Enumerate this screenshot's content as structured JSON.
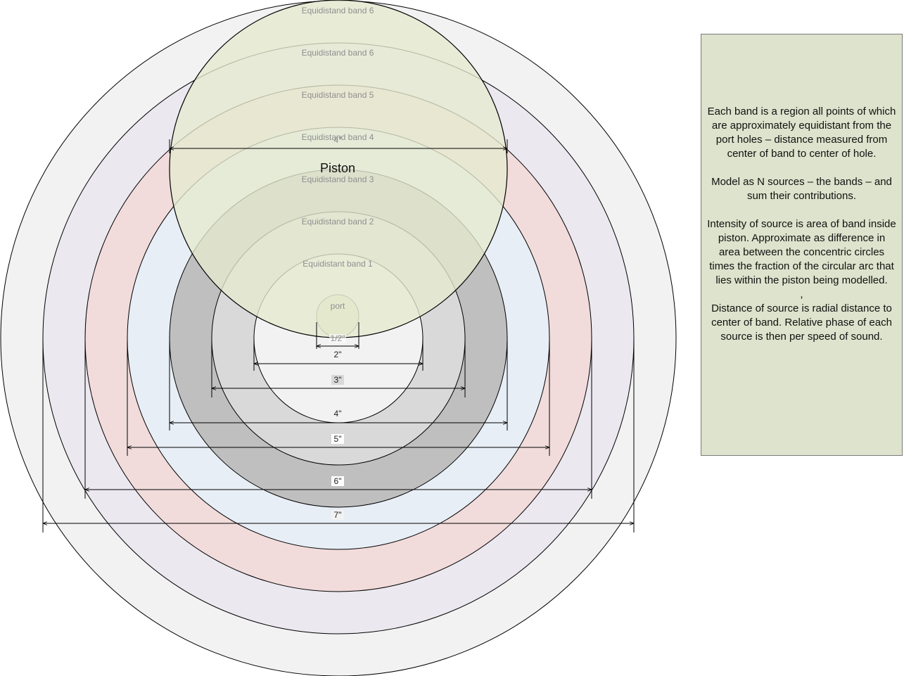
{
  "diagram": {
    "piston_label": "Piston",
    "port_label": "port",
    "bands": [
      {
        "name": "band-7",
        "label": "Equidistand band 6",
        "fill": "#f2f2f2"
      },
      {
        "name": "band-6",
        "label": "Equidistand band 6",
        "fill": "#ebe8f0"
      },
      {
        "name": "band-5",
        "label": "Equidistand band 5",
        "fill": "#f1dcdb"
      },
      {
        "name": "band-4",
        "label": "Equidistand band 4",
        "fill": "#e8eef6"
      },
      {
        "name": "band-3",
        "label": "Equidistand band 3",
        "fill": "#bfbfbf"
      },
      {
        "name": "band-2",
        "label": "Equidistand band 2",
        "fill": "#d9d9d9"
      },
      {
        "name": "band-1",
        "label": "Equidistant band 1",
        "fill": "#f2f2f2"
      }
    ],
    "dimensions": {
      "half": "1/2\"",
      "d2": "2\"",
      "d3": "3\"",
      "d4": "4\"",
      "d5": "5\"",
      "d6": "6\"",
      "d7": "7\"",
      "piston_diameter": "4\""
    },
    "colors": {
      "piston_fill": "#e5ebcf",
      "port_fill": "#dfe5c8",
      "note_fill": "#dde3cc"
    }
  },
  "notes": {
    "p1": "Each band is a region all points of which are approximately equidistant from the port holes – distance measured from center of band to center of hole.",
    "p2": "Model as N sources – the bands – and sum their contributions.",
    "p3": "Intensity of source is area of band inside piston.  Approximate as difference in area between the concentric circles times the fraction of the circular arc that lies within the piston being modelled.",
    "comma": ",",
    "p4": "Distance of source is radial distance to center of band.  Relative phase of each source is then per speed of sound."
  }
}
